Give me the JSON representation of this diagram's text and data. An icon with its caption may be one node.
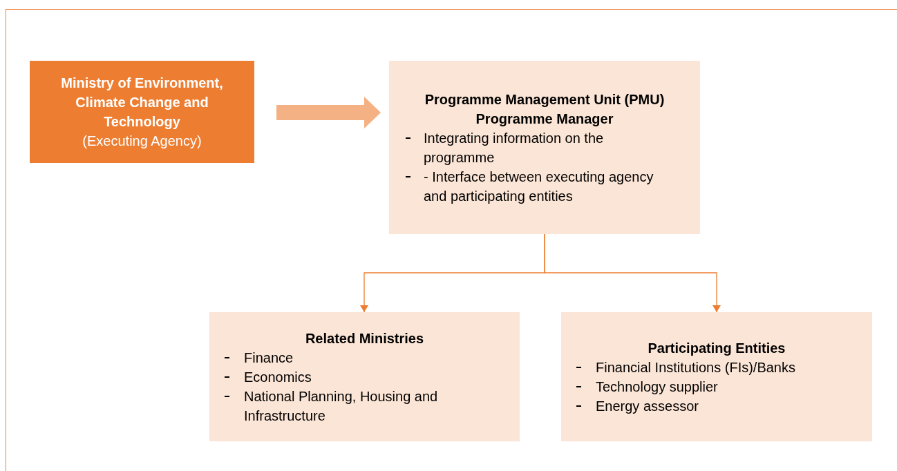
{
  "diagram": {
    "nodes": [
      {
        "text": [
          "Ministry of Environment, Climate Change and Technology",
          "(Executing Agency)"
        ]
      },
      {
        "text": [
          "Programme Management Unit (PMU)",
          "Programme Manager",
          "Integrating information on the programme",
          "- Interface between executing agency and participating entities"
        ]
      },
      {
        "text": [
          "Related Ministries",
          "Finance",
          "Economics",
          "National Planning, Housing and Infrastructure"
        ]
      },
      {
        "text": [
          "Participating Entities",
          "Financial Institutions (FIs)/Banks",
          "Technology supplier",
          "Energy assessor"
        ]
      }
    ],
    "edges": [
      {
        "from": 0,
        "to": 1,
        "arrow": "to",
        "style": "thick",
        "color": "#f4b183"
      },
      {
        "from": 1,
        "to": 2,
        "arrow": "to"
      },
      {
        "from": 1,
        "to": 3,
        "arrow": "to"
      }
    ]
  }
}
